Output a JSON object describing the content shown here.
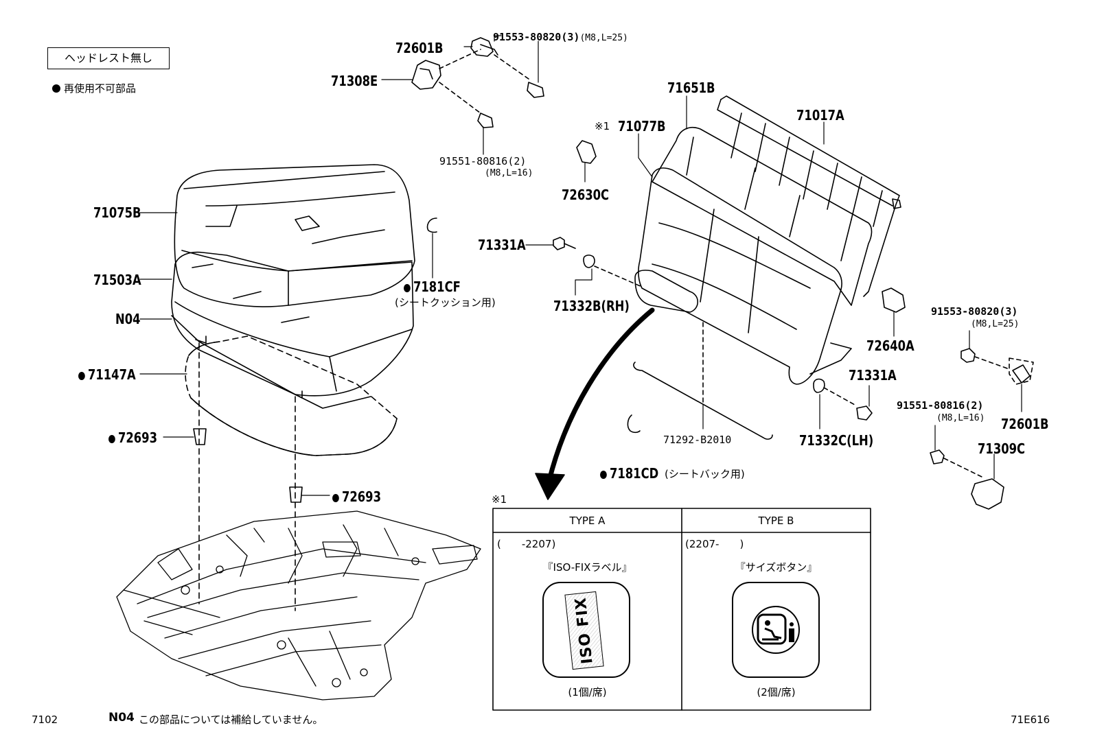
{
  "legend": {
    "box_label": "ヘッドレスト無し",
    "bullet_note": "再使用不可部品"
  },
  "parts": {
    "p72601B_top": "72601B",
    "p71308E": "71308E",
    "bolt1": "91553-80820(3)",
    "bolt1_spec": "(M8,L=25)",
    "bolt2": "91551-80816(2)",
    "bolt2_spec": "(M8,L=16)",
    "p71651B": "71651B",
    "p71017A": "71017A",
    "ref_mark": "※1",
    "p71077B": "71077B",
    "p72630C": "72630C",
    "p71075B": "71075B",
    "p71503A": "71503A",
    "pN04": "N04",
    "p71147A": "71147A",
    "p7181CF": "7181CF",
    "p7181CF_note": "(シートクッション用)",
    "p71331A_left": "71331A",
    "p71332B": "71332B(RH)",
    "p72693_a": "72693",
    "p72693_b": "72693",
    "p72640A": "72640A",
    "bolt3": "91553-80820(3)",
    "bolt3_spec": "(M8,L=25)",
    "p71331A_right": "71331A",
    "bolt4": "91551-80816(2)",
    "bolt4_spec": "(M8,L=16)",
    "p72601B_right": "72601B",
    "p71309C": "71309C",
    "p71292": "71292-B2010",
    "p71332C": "71332C(LH)",
    "p7181CD": "7181CD",
    "p7181CD_note": "(シートバック用)"
  },
  "table": {
    "ref_mark": "※1",
    "type_a": {
      "header": "TYPE A",
      "range": "(　　-2207)",
      "name": "『ISO-FIXラベル』",
      "label_text": "ISO FIX",
      "qty": "(1個/席)"
    },
    "type_b": {
      "header": "TYPE B",
      "range": "(2207-　　)",
      "name": "『サイズボタン』",
      "qty": "(2個/席)"
    }
  },
  "footer": {
    "page_code": "7102",
    "note_code": "N04",
    "note_text": "この部品については補給していません。",
    "figure_code": "71E616"
  }
}
